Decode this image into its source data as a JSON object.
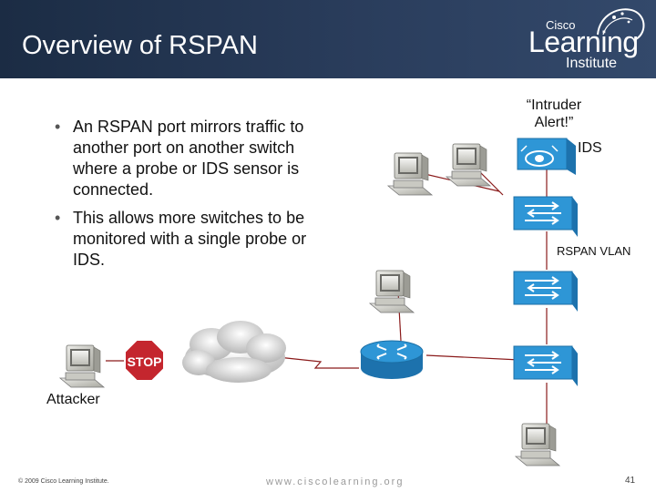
{
  "slide": {
    "title": "Overview of RSPAN",
    "logo": {
      "cisco": "Cisco",
      "learning": "Learning",
      "institute": "Institute"
    },
    "bullets": [
      "An RSPAN port mirrors traffic to another port on another switch where a probe or IDS sensor is connected.",
      "This allows more switches to be monitored with a single probe or IDS."
    ]
  },
  "diagram": {
    "alert_label": "“Intruder Alert!”",
    "ids_label": "IDS",
    "vlan_label": "RSPAN VLAN",
    "attacker_label": "Attacker",
    "stop_sign": "STOP",
    "link_color": "#8a1a1a",
    "switch_color": "#2e96d6"
  },
  "footer": {
    "copyright": "© 2009 Cisco Learning Institute.",
    "url": "www.ciscolearning.org",
    "page_number": "41"
  }
}
